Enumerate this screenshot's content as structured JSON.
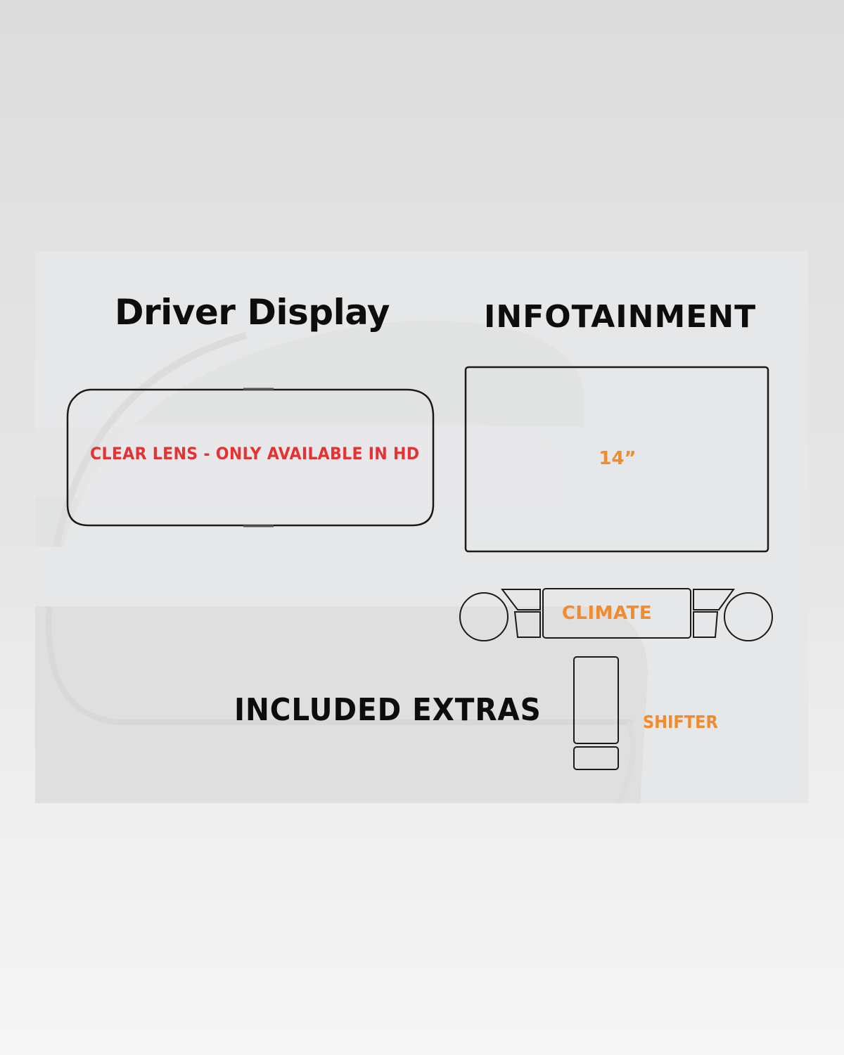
{
  "diagram": {
    "sections": {
      "driver_display": {
        "heading": "Driver Display",
        "lens_note": "CLEAR LENS - ONLY AVAILABLE IN HD"
      },
      "infotainment": {
        "heading": "INFOTAINMENT",
        "size": "14”"
      },
      "climate": {
        "label": "CLIMATE"
      },
      "included_extras": {
        "heading": "INCLUDED EXTRAS",
        "shifter": "SHIFTER"
      }
    },
    "colors": {
      "heading": "#0d0d0d",
      "warning_red": "#e53232",
      "accent_orange": "#f28a2e",
      "outline": "#1a1a1a",
      "panel_bg": "#e6e7e8"
    }
  }
}
